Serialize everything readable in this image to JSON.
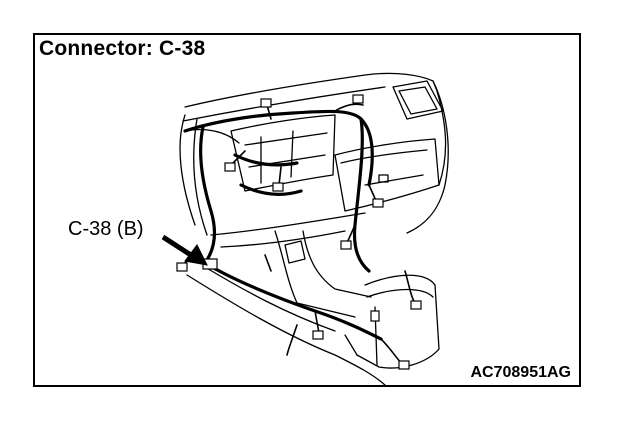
{
  "title": "Connector: C-38",
  "callout_label": "C-38 (B)",
  "figure_code": "AC708951AG",
  "colors": {
    "line": "#000000",
    "background": "#ffffff"
  },
  "icons": {
    "pointer": "arrow-pointer-icon"
  }
}
